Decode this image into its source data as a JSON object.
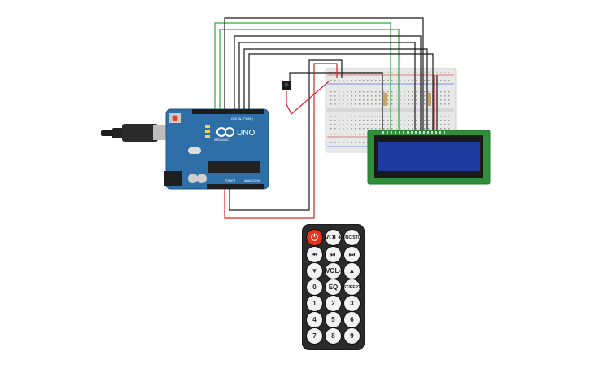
{
  "arduino": {
    "logo_text": "UNO",
    "brand": "ARDUINO",
    "digital_label": "DIGITAL (PWM~)",
    "power_label": "POWER",
    "analog_label": "ANALOG IN",
    "board_color": "#2f6fa7"
  },
  "lcd": {
    "screen_color": "#1f3a9e",
    "board_color": "#2f8f3a"
  },
  "wires": {
    "green": "#2ea83a",
    "black": "#1a1a1a",
    "red": "#e02020"
  },
  "remote": {
    "buttons": [
      {
        "id": "power",
        "label": "⏻"
      },
      {
        "id": "vol-plus",
        "label": "VOL+"
      },
      {
        "id": "func-stop",
        "label": "FUNC/STOP"
      },
      {
        "id": "prev",
        "label": "⏮"
      },
      {
        "id": "play-pause",
        "label": "⏯"
      },
      {
        "id": "next",
        "label": "⏭"
      },
      {
        "id": "down",
        "label": "▼"
      },
      {
        "id": "vol-minus",
        "label": "VOL-"
      },
      {
        "id": "up",
        "label": "▲"
      },
      {
        "id": "zero",
        "label": "0"
      },
      {
        "id": "eq",
        "label": "EQ"
      },
      {
        "id": "st-rept",
        "label": "ST/REPT"
      },
      {
        "id": "one",
        "label": "1"
      },
      {
        "id": "two",
        "label": "2"
      },
      {
        "id": "three",
        "label": "3"
      },
      {
        "id": "four",
        "label": "4"
      },
      {
        "id": "five",
        "label": "5"
      },
      {
        "id": "six",
        "label": "6"
      },
      {
        "id": "seven",
        "label": "7"
      },
      {
        "id": "eight",
        "label": "8"
      },
      {
        "id": "nine",
        "label": "9"
      }
    ]
  }
}
